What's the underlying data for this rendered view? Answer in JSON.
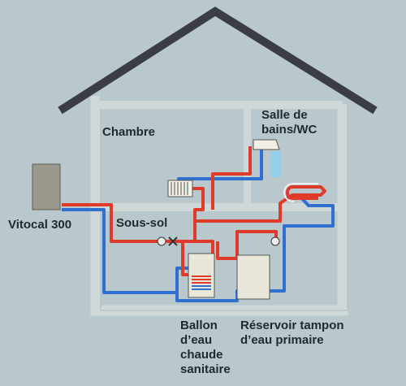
{
  "labels": {
    "chambre": "Chambre",
    "salle": "Salle de\nbains/WC",
    "vitocal": "Vitocal 300",
    "sous_sol": "Sous-sol",
    "ballon": "Ballon\nd’eau\nchaude\nsanitaire",
    "reservoir": "Réservoir tampon\nd’eau primaire"
  },
  "colors": {
    "background": "#b9c8cc",
    "wall": "#cfd8d8",
    "roof": "#3a3d45",
    "hot_pipe": "#e03a2a",
    "cold_pipe": "#2f6fd0",
    "equipment": "#e9e6da",
    "heat_pump": "#9a978d",
    "water": "#8fd0ee"
  }
}
